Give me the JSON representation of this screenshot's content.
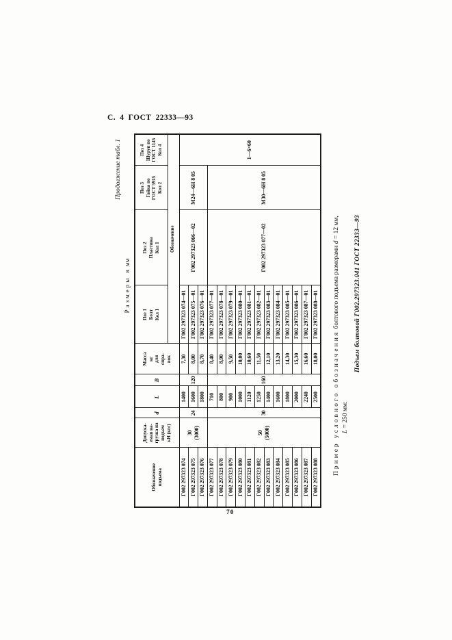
{
  "page": {
    "header": "С. 4 ГОСТ 22333—93",
    "continuation_label": "Продолжение табл. 1",
    "units_label_spaced": "Размеры в",
    "units_label_unit": "мм",
    "page_number": "70",
    "example": {
      "spaced_lead": "Пример условного обозначения",
      "rest_a": "болтового подъема размерами",
      "var_d": "d",
      "rest_b": "= 12 мм,",
      "line2_var": "L",
      "line2_rest": "= 250 мм:",
      "designation_line": "Подъем болтовой Г002.297323.041 ГОСТ 22333—93"
    }
  },
  "table": {
    "column_headers": [
      {
        "lines": [
          "Обозначение",
          "подъема"
        ]
      },
      {
        "lines": [
          "Допуска-",
          "емая на-",
          "грузка на",
          "подъем",
          "кН (кгс)"
        ]
      },
      {
        "lines": [
          "d"
        ],
        "italic": true
      },
      {
        "lines": [
          "L"
        ],
        "italic": true
      },
      {
        "lines": [
          "B"
        ],
        "italic": true
      },
      {
        "lines": [
          "Масса",
          "кг",
          "для",
          "спра-",
          "вок"
        ]
      },
      {
        "lines": [
          "Поз 1",
          "Болт",
          "Кол 1"
        ]
      },
      {
        "lines": [
          "Поз 2",
          "Пластина",
          "Кол 1"
        ]
      },
      {
        "lines": [
          "Поз 3",
          "Гайка по",
          "ГОСТ 5915",
          "Кол 2"
        ]
      },
      {
        "lines": [
          "Поз 4",
          "Шуруп по",
          "ГОСТ 1145",
          "Кол 4"
        ]
      }
    ],
    "subheader": "Обозначение",
    "groups": [
      {
        "start": 0,
        "span": 3,
        "load_lines": [
          "30",
          "(3000)"
        ],
        "d": "24",
        "b": "120",
        "plate": "Г002 297323 066—02",
        "nut": "М24—6Н 8 05"
      },
      {
        "start": 3,
        "span": 12,
        "load_lines": [
          "50",
          "(5000)"
        ],
        "d": "30",
        "b": "160",
        "plate": "Г002 297323 077—02",
        "nut": "М30—6Н 8 05"
      }
    ],
    "screw": {
      "value": "1—6×60",
      "span": 15
    },
    "rows": [
      {
        "designation": "Г002 297323 074",
        "l": "1400",
        "mass": "7,30",
        "bolt": "Г002 297323 074—01"
      },
      {
        "designation": "Г002 297323 075",
        "l": "1600",
        "mass": "8,00",
        "bolt": "Г002 297323 075—01"
      },
      {
        "designation": "Г002 297323 076",
        "l": "1800",
        "mass": "8,70",
        "bolt": "Г002 297323 076—01"
      },
      {
        "designation": "Г002 297323 077",
        "l": "710",
        "mass": "8,40",
        "bolt": "Г002 297323 077—01"
      },
      {
        "designation": "Г002 297323 078",
        "l": "800",
        "mass": "8,90",
        "bolt": "Г002 297323 078—01"
      },
      {
        "designation": "Г002 297323 079",
        "l": "900",
        "mass": "9,50",
        "bolt": "Г002 297323 079—01"
      },
      {
        "designation": "Г002 297323 080",
        "l": "1000",
        "mass": "10,00",
        "bolt": "Г002 297323 080—01"
      },
      {
        "designation": "Г002 297323 081",
        "l": "1120",
        "mass": "10,60",
        "bolt": "Г002 297323 081—01"
      },
      {
        "designation": "Г002 297323 082",
        "l": "1250",
        "mass": "11,50",
        "bolt": "Г002 297323 082—01"
      },
      {
        "designation": "Г002 297323 083",
        "l": "1400",
        "mass": "12,10",
        "bolt": "Г002 297323 083—01"
      },
      {
        "designation": "Г002 297323 084",
        "l": "1600",
        "mass": "13,20",
        "bolt": "Г002 297323 084—01"
      },
      {
        "designation": "Г002 297323 085",
        "l": "1800",
        "mass": "14,30",
        "bolt": "Г002 297323 085—01"
      },
      {
        "designation": "Г002 297323 086",
        "l": "2000",
        "mass": "15,30",
        "bolt": "Г002 297323 086—01"
      },
      {
        "designation": "Г002 297323 087",
        "l": "2240",
        "mass": "16,60",
        "bolt": "Г002 297323 087—01"
      },
      {
        "designation": "Г002 297323 088",
        "l": "2500",
        "mass": "18,00",
        "bolt": "Г002 297323 088—01"
      }
    ]
  }
}
